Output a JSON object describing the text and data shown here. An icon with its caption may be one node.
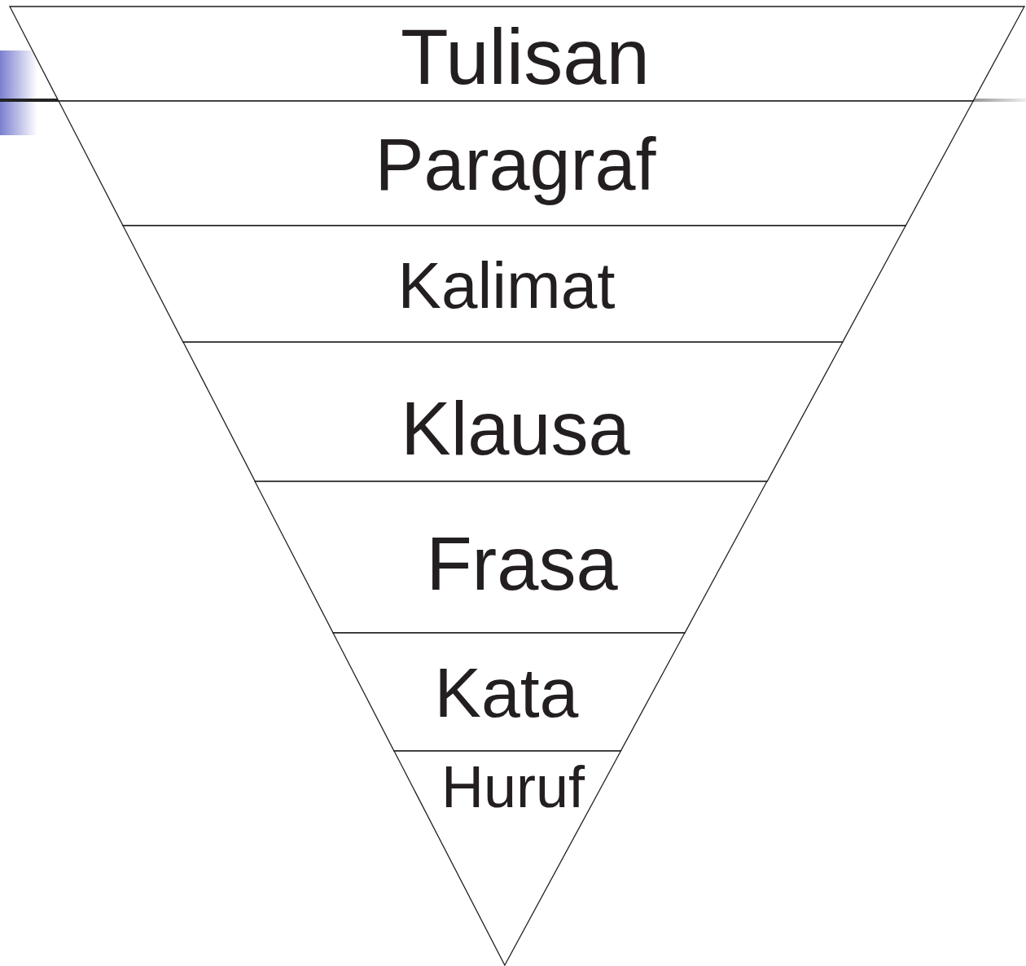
{
  "diagram": {
    "nodes": [
      {
        "text": [
          "Tulisan"
        ]
      },
      {
        "text": [
          "Paragraf"
        ]
      },
      {
        "text": [
          "Kalimat"
        ]
      },
      {
        "text": [
          "Klausa"
        ]
      },
      {
        "text": [
          "Frasa"
        ]
      },
      {
        "text": [
          "Kata"
        ]
      },
      {
        "text": [
          "Huruf"
        ]
      }
    ]
  }
}
